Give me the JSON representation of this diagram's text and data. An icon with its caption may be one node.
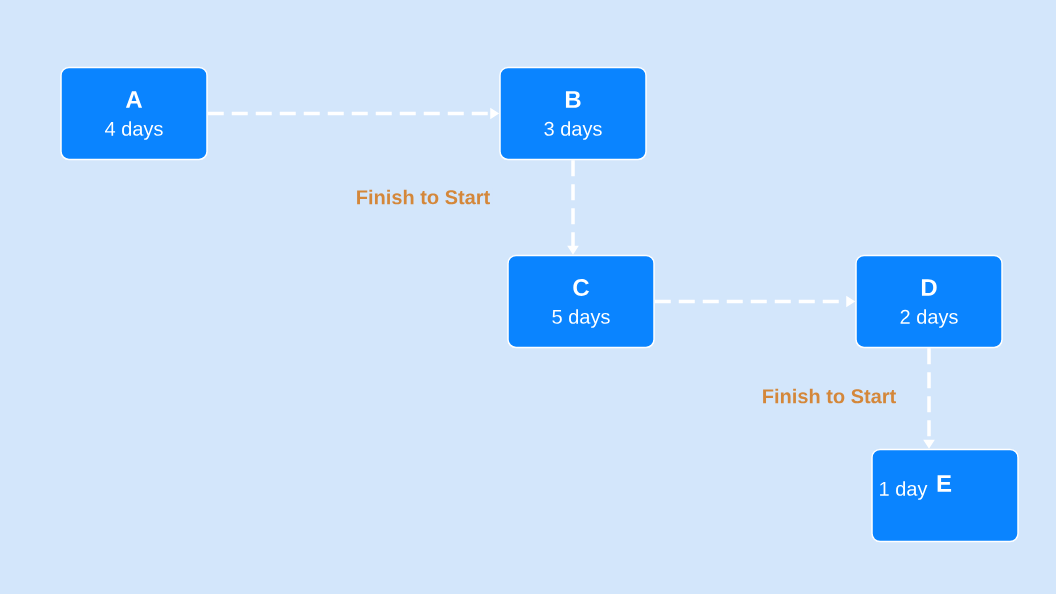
{
  "diagram": {
    "nodes": [
      {
        "text": [
          "A",
          "4 days"
        ]
      },
      {
        "text": [
          "B",
          "3 days"
        ]
      },
      {
        "text": [
          "C",
          "5 days"
        ]
      },
      {
        "text": [
          "D",
          "2 days"
        ]
      },
      {
        "text": [
          "1 day",
          "E"
        ]
      }
    ],
    "edges": [
      {
        "from": 0,
        "to": 1,
        "arrow": "to",
        "style": "dashed"
      },
      {
        "from": 1,
        "to": 2,
        "arrow": "to",
        "style": "dashed",
        "label": "Finish to Start"
      },
      {
        "from": 2,
        "to": 3,
        "arrow": "to",
        "style": "dashed"
      },
      {
        "from": 3,
        "to": 4,
        "arrow": "to",
        "style": "dashed",
        "label": "Finish to Start"
      }
    ]
  }
}
